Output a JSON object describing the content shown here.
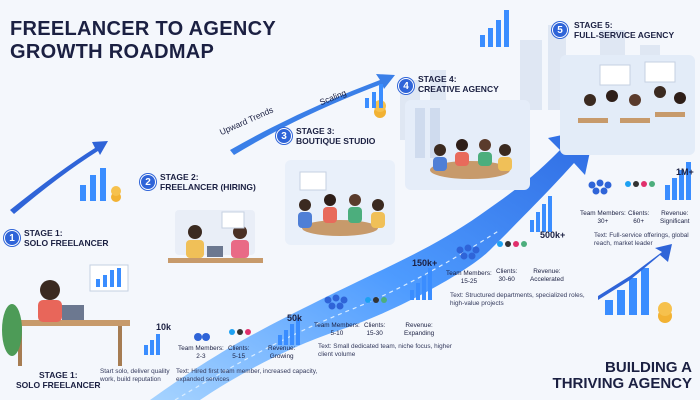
{
  "title": {
    "line1": "FREELANCER TO AGENCY",
    "line2": "GROWTH ROADMAP"
  },
  "trend_labels": {
    "upward": "Upward Trends",
    "scaling": "Scaling"
  },
  "stages": [
    {
      "num": "1",
      "head1": "STAGE 1:",
      "head2": "SOLO FREELANCER",
      "bottom1": "STAGE 1:",
      "bottom2": "SOLO FREELANCER",
      "desc": "Start solo, deliver quality work, build reputation",
      "revenue": "10k"
    },
    {
      "num": "2",
      "head1": "STAGE 2:",
      "head2": "FREELANCER (HIRING)",
      "team_label": "Team Members:",
      "team": "2-3",
      "clients_label": "Clients:",
      "clients": "5-15",
      "revenue_label": "Revenue:",
      "revenue_status": "Growing",
      "revenue": "50k",
      "desc": "Text: Hired first team member, increased capacity, expanded services"
    },
    {
      "num": "3",
      "head1": "STAGE 3:",
      "head2": "BOUTIQUE STUDIO",
      "team_label": "Team Members:",
      "team": "5-10",
      "clients_label": "Clients:",
      "clients": "15-30",
      "revenue_label": "Revenue:",
      "revenue_status": "Expanding",
      "revenue": "150k+",
      "desc": "Text: Small dedicated team, niche focus, higher client volume"
    },
    {
      "num": "4",
      "head1": "STAGE 4:",
      "head2": "CREATIVE AGENCY",
      "team_label": "Team Members:",
      "team": "15-25",
      "clients_label": "Clients:",
      "clients": "30-60",
      "revenue_label": "Revenue:",
      "revenue_status": "Accelerated",
      "revenue": "500k+",
      "desc": "Text: Structured departments, specialized roles, high-value projects"
    },
    {
      "num": "5",
      "head1": "STAGE 5:",
      "head2": "FULL-SERVICE AGENCY",
      "team_label": "Team Members:",
      "team": "30+",
      "clients_label": "Clients:",
      "clients": "60+",
      "revenue_label": "Revenue:",
      "revenue_status": "Significant",
      "revenue": "1M+",
      "desc": "Text: Full-service offerings, global reach, market leader"
    }
  ],
  "footer": {
    "line1": "BUILDING A",
    "line2": "THRIVING AGENCY"
  },
  "colors": {
    "accent": "#2f64d8",
    "arrow": "#3a8dff",
    "navy": "#1b2042",
    "gold": "#f2b233"
  }
}
